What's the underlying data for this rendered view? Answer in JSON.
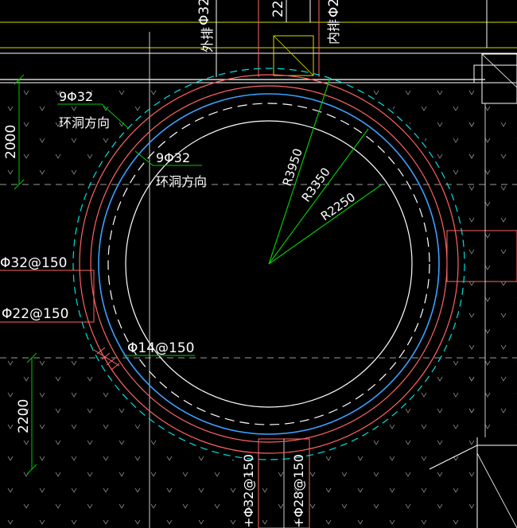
{
  "labels": {
    "top_rebar_1": "Φ32",
    "top_rebar_2": "22",
    "top_rebar_3": "Φ2",
    "outer_row": "外排",
    "inner_row": "内排",
    "ring_top_count": "9Φ32",
    "ring_top_dir": "环洞方向",
    "ring_inner_count": "9Φ32",
    "ring_inner_dir": "环洞方向",
    "spacing_32": "Φ32@150",
    "spacing_22": "Φ22@150",
    "spacing_14": "Φ14@150",
    "dim_top": "2000",
    "dim_bottom": "2200",
    "bottom_rebar_1": "+Φ32@150",
    "bottom_rebar_2": "+Φ28@150"
  },
  "radii": {
    "r1": "R3950",
    "r2": "R3350",
    "r3": "R2250"
  },
  "colors": {
    "background": "#000000",
    "white": "#ffffff",
    "red": "#ff6464",
    "blue": "#3aa0ff",
    "cyan": "#00e0e0",
    "green": "#00c800",
    "yellow": "#d8d800",
    "gray": "#9a9a9a"
  }
}
